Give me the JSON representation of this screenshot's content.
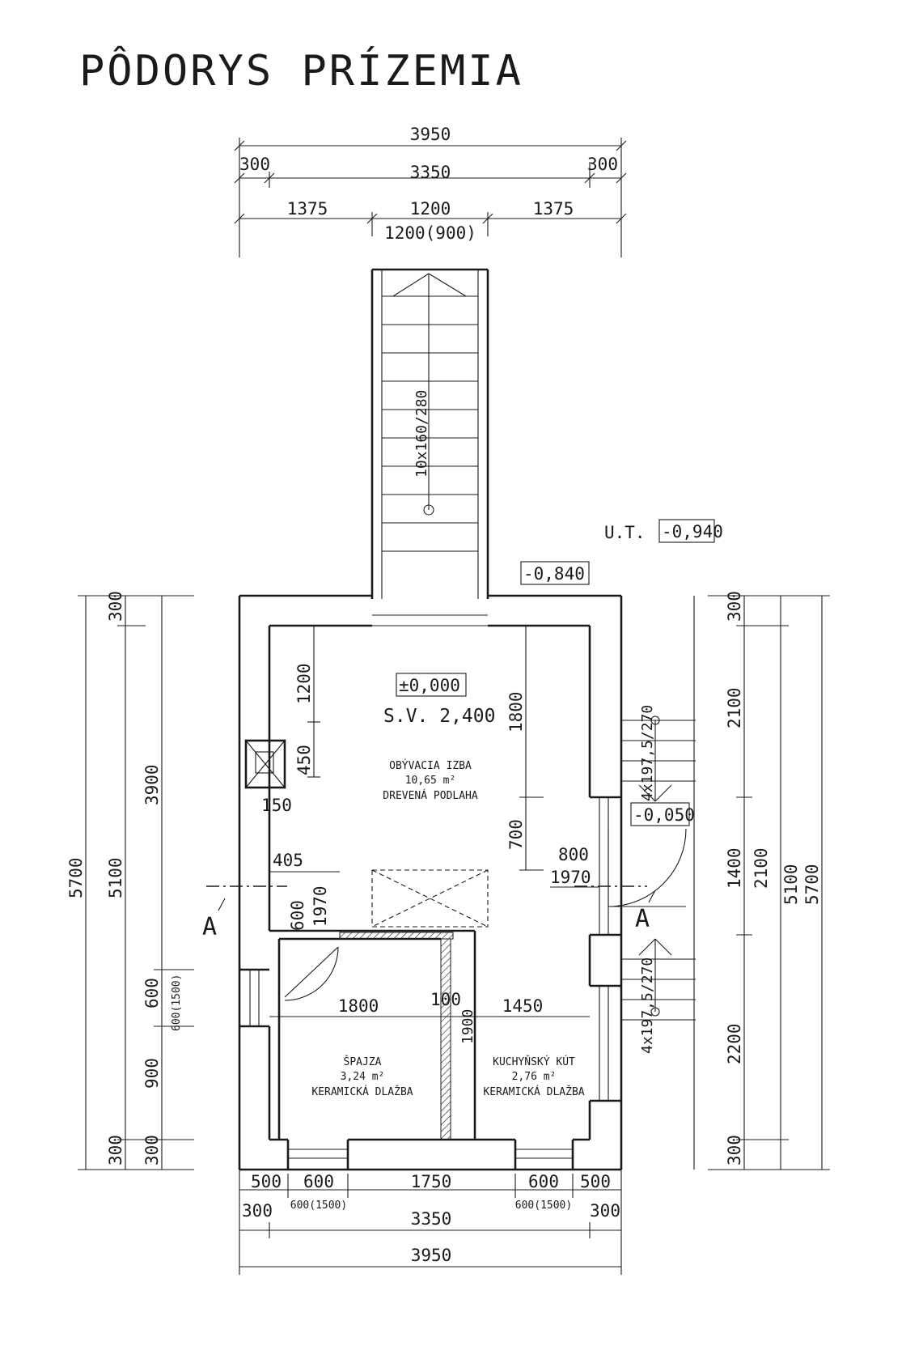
{
  "title": "PÔDORYS PRÍZEMIA",
  "top_dims": {
    "overall": "3950",
    "left_wall": "300",
    "inner": "3350",
    "right_wall": "300",
    "left_seg": "1375",
    "mid_seg": "1200",
    "right_seg": "1375",
    "opening": "1200(900)"
  },
  "stair_top": {
    "label": "10x160/280"
  },
  "levels": {
    "terrain": "U.T.",
    "terrain_value": "-0,940",
    "entry": "-0,840",
    "floor_zero": "±0,000",
    "side_entry": "-0,050",
    "room_height": "S.V. 2,400"
  },
  "rooms": {
    "living": {
      "name": "OBÝVACIA IZBA",
      "area": "10,65 m²",
      "floor": "DREVENÁ PODLAHA"
    },
    "pantry": {
      "name": "ŠPAJZA",
      "area": "3,24 m²",
      "floor": "KERAMICKÁ DLAŽBA"
    },
    "kitchen": {
      "name": "KUCHYŇSKÝ KÚT",
      "area": "2,76 m²",
      "floor": "KERAMICKÁ DLAŽBA"
    }
  },
  "interior_dims": {
    "d1200": "1200",
    "d450": "450",
    "d150": "150",
    "d1800v": "1800",
    "d700": "700",
    "d800": "800",
    "d1970a": "1970",
    "d405": "405",
    "d600": "600",
    "d1970b": "1970",
    "d1800h": "1800",
    "d100": "100",
    "d1450": "1450",
    "d1900": "1900"
  },
  "side_stairs": {
    "upper": "4x197,5/270",
    "lower": "4x197,5/270"
  },
  "left_dims": {
    "overall": "5700",
    "inner": "5100",
    "top_wall": "300",
    "upper": "3900",
    "window": "600",
    "window_alt": "600(1500)",
    "sill": "900",
    "bottom_wall_a": "300",
    "bottom_wall_b": "300"
  },
  "right_dims": {
    "top_wall": "300",
    "upper": "2100",
    "door": "1400",
    "door_total": "2100",
    "inner": "5100",
    "overall": "5700",
    "lower": "2200",
    "bottom_wall": "300"
  },
  "bottom_dims": {
    "s1": "500",
    "s2": "600",
    "s3": "1750",
    "s4": "600",
    "s5": "500",
    "w2": "600(1500)",
    "w4": "600(1500)",
    "left_wall": "300",
    "inner": "3350",
    "right_wall": "300",
    "overall": "3950"
  },
  "section": {
    "mark": "A"
  }
}
